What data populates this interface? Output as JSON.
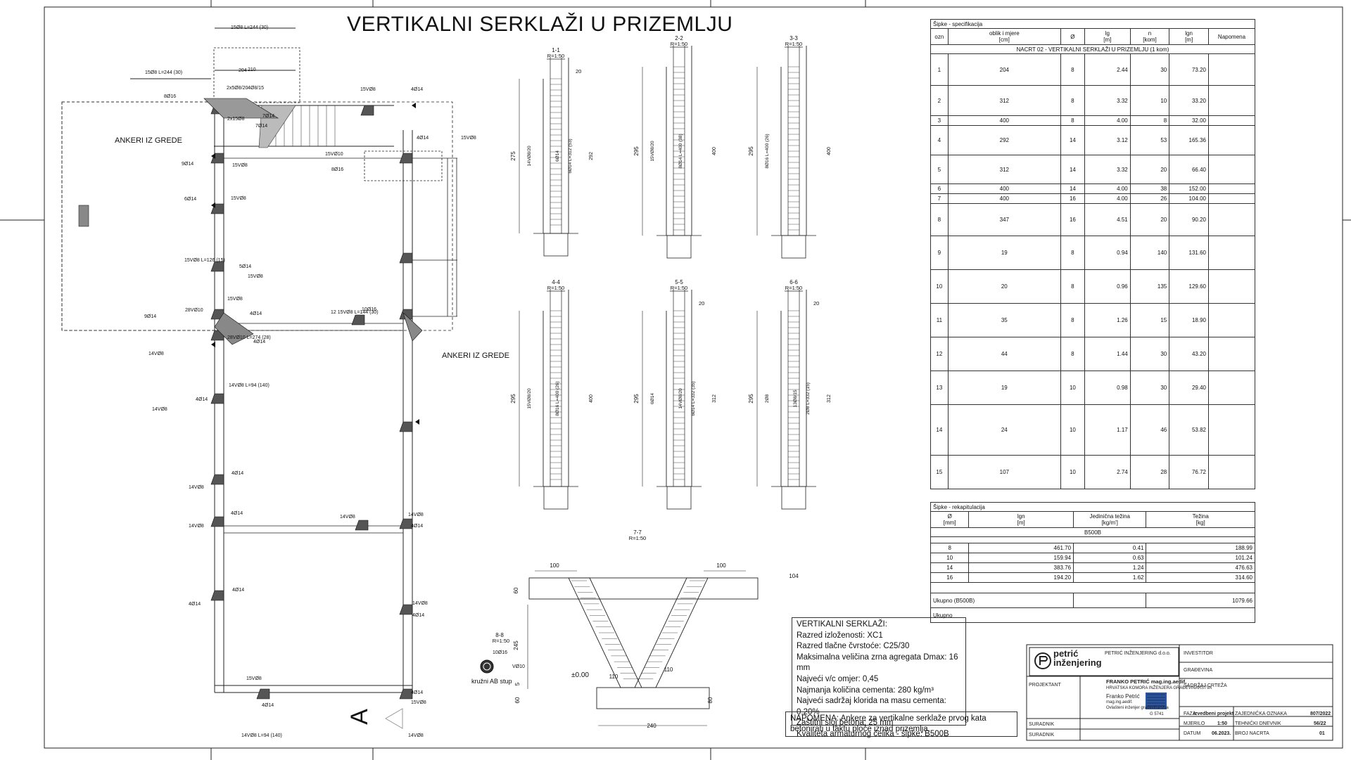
{
  "drawing": {
    "title": "VERTIKALNI SERKLAŽI U PRIZEMLJU",
    "anchor_labels": [
      "ANKERI IZ GREDE",
      "ANKERI IZ GREDE"
    ],
    "view_marker": "A",
    "ring_column_label": "kružni AB stup",
    "elevation_mark": "±0.00"
  },
  "sections": [
    {
      "name": "1-1",
      "scale": "R=1:50",
      "height": "275",
      "labels": [
        "14VØ8/20",
        "6Ø14",
        "6Ø14 L=312 (53)"
      ],
      "dim_small": "20",
      "dim_side": "292"
    },
    {
      "name": "2-2",
      "scale": "R=1:50",
      "height": "295",
      "labels": [
        "15VØ8/20",
        "8Ø14 L=400 (38)"
      ],
      "dim_side": "400"
    },
    {
      "name": "3-3",
      "scale": "R=1:50",
      "height": "295",
      "labels": [
        "8Ø16 L=400 (26)"
      ],
      "dim_side": "400"
    },
    {
      "name": "4-4",
      "scale": "R=1:50",
      "height": "295",
      "labels": [
        "15VØ8/20",
        "8Ø16 L=400 (26)"
      ],
      "dim_side": "400"
    },
    {
      "name": "5-5",
      "scale": "R=1:50",
      "height": "295",
      "labels": [
        "6Ø14",
        "14VØ8/20",
        "6Ø14 L=332 (35)"
      ],
      "dim_small": "20",
      "dim_side": "312"
    },
    {
      "name": "6-6",
      "scale": "R=1:50",
      "height": "295",
      "labels": [
        "2Ø8",
        "13Ø8/15",
        "2Ø8 L=332 (15)"
      ],
      "dim_small": "20",
      "dim_side": "312"
    },
    {
      "name": "7-7",
      "scale": "R=1:50",
      "dims": [
        "100",
        "100",
        "104",
        "60",
        "245",
        "5",
        "60",
        "80",
        "240",
        "110",
        "110"
      ]
    },
    {
      "name": "8-8",
      "scale": "R=1:50",
      "labels": [
        "10Ø16",
        "VØ10"
      ]
    }
  ],
  "plan_labels": [
    "15Ø8 L=244 (30)",
    "15Ø8 L=244 (30)",
    "204",
    "210",
    "8Ø16",
    "2x5Ø8/20",
    "4Ø8/15",
    "2x15Ø8",
    "7Ø14",
    "7Ø14",
    "15VØ8",
    "4Ø14",
    "4Ø14",
    "15VØ8",
    "15VØ10",
    "8Ø16",
    "9Ø14",
    "15VØ8",
    "6Ø14",
    "15VØ8",
    "15VØ8 L=126 (15)",
    "5Ø14",
    "15VØ8",
    "28VØ10",
    "15VØ8",
    "4Ø14",
    "12 15VØ8 L=144 (30)",
    "10Ø16",
    "9Ø14",
    "28VØ10 L=274 (28)",
    "4Ø14",
    "14VØ8",
    "14VØ8 L=94 (140)",
    "4Ø14",
    "14VØ8",
    "4Ø14",
    "14VØ8",
    "4Ø14",
    "14VØ8",
    "14VØ8",
    "4Ø14",
    "4Ø14",
    "14VØ8",
    "4Ø14",
    "14VØ8",
    "4Ø14",
    "14VØ8",
    "14VØ8 L=94 (140)",
    "15VØ8",
    "4Ø14",
    "4Ø14",
    "15VØ8"
  ],
  "spec_table": {
    "heading": "Šipke - specifikacija",
    "columns": [
      "ozn",
      "oblik i mjere\n[cm]",
      "Ø",
      "lg\n[m]",
      "n\n[kom]",
      "lgn\n[m]",
      "Napomena"
    ],
    "subheading": "NACRT 02 - VERTIKALNI SERKLAŽI U PRIZEMLJU (1 kom)",
    "rows": [
      {
        "ozn": "1",
        "shape": "204",
        "d": "8",
        "lg": "2.44",
        "n": "30",
        "lgn": "73.20"
      },
      {
        "ozn": "2",
        "shape": "312",
        "d": "8",
        "lg": "3.32",
        "n": "10",
        "lgn": "33.20"
      },
      {
        "ozn": "3",
        "shape": "400",
        "d": "8",
        "lg": "4.00",
        "n": "8",
        "lgn": "32.00"
      },
      {
        "ozn": "4",
        "shape": "292",
        "d": "14",
        "lg": "3.12",
        "n": "53",
        "lgn": "165.36"
      },
      {
        "ozn": "5",
        "shape": "312",
        "d": "14",
        "lg": "3.32",
        "n": "20",
        "lgn": "66.40"
      },
      {
        "ozn": "6",
        "shape": "400",
        "d": "14",
        "lg": "4.00",
        "n": "38",
        "lgn": "152.00"
      },
      {
        "ozn": "7",
        "shape": "400",
        "d": "16",
        "lg": "4.00",
        "n": "26",
        "lgn": "104.00"
      },
      {
        "ozn": "8",
        "shape": "347",
        "d": "16",
        "lg": "4.51",
        "n": "20",
        "lgn": "90.20"
      },
      {
        "ozn": "9",
        "shape": "19",
        "d": "8",
        "lg": "0.94",
        "n": "140",
        "lgn": "131.60"
      },
      {
        "ozn": "10",
        "shape": "20",
        "d": "8",
        "lg": "0.96",
        "n": "135",
        "lgn": "129.60"
      },
      {
        "ozn": "11",
        "shape": "35",
        "d": "8",
        "lg": "1.26",
        "n": "15",
        "lgn": "18.90"
      },
      {
        "ozn": "12",
        "shape": "44",
        "d": "8",
        "lg": "1.44",
        "n": "30",
        "lgn": "43.20"
      },
      {
        "ozn": "13",
        "shape": "19",
        "d": "10",
        "lg": "0.98",
        "n": "30",
        "lgn": "29.40"
      },
      {
        "ozn": "14",
        "shape": "24",
        "d": "10",
        "lg": "1.17",
        "n": "46",
        "lgn": "53.82"
      },
      {
        "ozn": "15",
        "shape": "107",
        "d": "10",
        "lg": "2.74",
        "n": "28",
        "lgn": "76.72"
      }
    ]
  },
  "recap_table": {
    "heading": "Šipke - rekapitulacija",
    "columns": [
      "Ø\n[mm]",
      "lgn\n[m]",
      "Jedinična težina\n[kg/m']",
      "Težina\n[kg]"
    ],
    "material": "B500B",
    "rows": [
      {
        "d": "8",
        "lgn": "461.70",
        "unit": "0.41",
        "w": "188.99"
      },
      {
        "d": "10",
        "lgn": "159.94",
        "unit": "0.63",
        "w": "101.24"
      },
      {
        "d": "14",
        "lgn": "383.76",
        "unit": "1.24",
        "w": "476.63"
      },
      {
        "d": "16",
        "lgn": "194.20",
        "unit": "1.62",
        "w": "314.60"
      }
    ],
    "total_label": "Ukupno (B500B)",
    "total_value": "1079.66",
    "grand_label": "Ukupno"
  },
  "notes": {
    "heading": "VERTIKALNI SERKLAŽI:",
    "lines": [
      "Razred izloženosti: XC1",
      "Razred tlačne čvrstoće: C25/30",
      "Maksimalna veličina zrna agregata Dmax: 16 mm",
      "Najveći v/c omjer: 0,45",
      "Najmanja količina cementa: 280 kg/m³",
      "Najveći sadržaj klorida na masu cementa: 0,20%",
      "Zaštitni sloj betona: 25 mm",
      "Kvaliteta armaturnog čelika - šipke: B500B"
    ]
  },
  "napomena": "NAPOMENA: Ankere za vertikalne serklaže prvog kata betonirati u taktu ploče iznad prizemlja.",
  "title_block": {
    "brand_line1": "petrić",
    "brand_line2": "inženjering",
    "company_small": "PETRIĆ INŽENJERING d.o.o.",
    "projektant_label": "PROJEKTANT",
    "projektant_name": "FRANKO PETRIĆ mag.ing.aedif.",
    "chamber": "HRVATSKA KOMORA INŽENJERA GRAĐEVINARSTVA",
    "stamp_name": "Franko Petrić",
    "stamp_title": "mag.ing.aedif.",
    "stamp_role": "Ovlašteni inženjer građevinarstva",
    "stamp_no": "G 5741",
    "suradnik1": "SURADNIK",
    "suradnik2": "SURADNIK",
    "investitor_label": "INVESTITOR",
    "gradevina_label": "GRAĐEVINA",
    "sadrzaj_label": "SADRŽAJ CRTEŽA",
    "faza_label": "FAZA",
    "faza_value": "izvedbeni projekt",
    "zop_label": "ZAJEDNIČKA OZNAKA",
    "zop_value": "807/2022",
    "mjerilo_label": "MJERILO",
    "mjerilo_value": "1:50",
    "td_label": "TEHNIČKI DNEVNIK",
    "td_value": "56/22",
    "datum_label": "DATUM",
    "datum_value": "06.2023.",
    "broj_label": "BROJ NACRTA",
    "broj_value": "01"
  }
}
